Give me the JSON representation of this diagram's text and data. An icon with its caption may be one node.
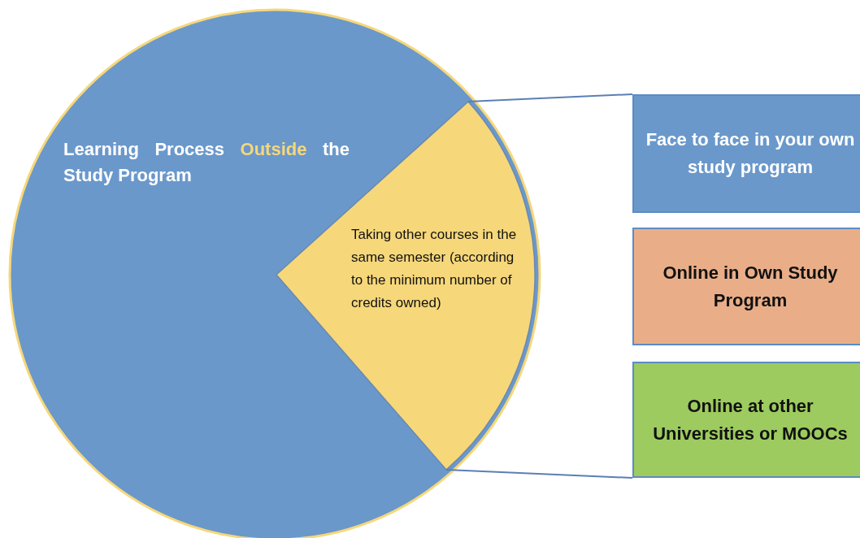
{
  "diagram": {
    "nodes": [
      {
        "text": [
          "Learning Process Outside the Study Program"
        ]
      },
      {
        "text": [
          "Taking other courses in the same semester (according to the minimum number of credits owned)"
        ],
        "in": 0
      },
      {
        "text": [
          "Face to face in your own study program"
        ]
      },
      {
        "text": [
          "Online in Own Study Program"
        ]
      },
      {
        "text": [
          "Online at other Universities or MOOCs"
        ]
      }
    ],
    "edges": [
      {
        "from": 1,
        "to": 2,
        "arrow": "none"
      },
      {
        "from": 1,
        "to": 4,
        "arrow": "none"
      }
    ]
  }
}
